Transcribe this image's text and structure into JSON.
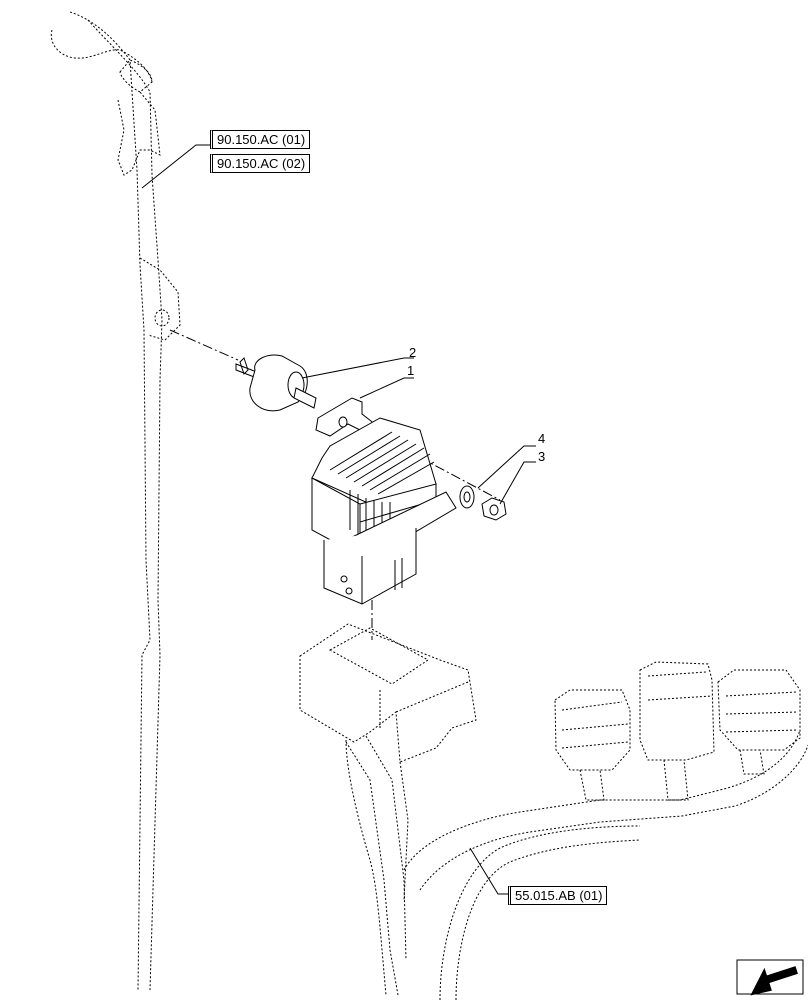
{
  "references": {
    "ref_a": "90.150.AC (01)",
    "ref_b": "90.150.AC (02)",
    "ref_c": "55.015.AB (01)"
  },
  "callouts": {
    "item_1": "1",
    "item_2": "2",
    "item_3": "3",
    "item_4": "4"
  },
  "nav_icon": "arrow-next-icon"
}
